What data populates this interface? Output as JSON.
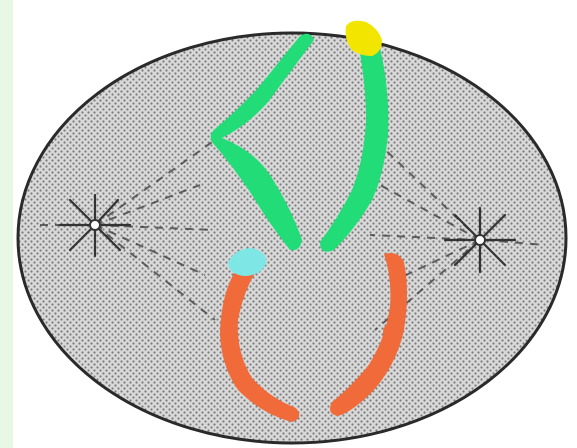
{
  "diagram": {
    "background_color": "#ffffff",
    "strip_color": "#e8f8e4",
    "cell_fill_color": "#d9d9d9",
    "cell_outline_color": "#2a2a2a",
    "stipple_color": "#7a7a7a",
    "spindle_color": "#3a3a3a",
    "chromosome_colors": {
      "green": "#22dd77",
      "yellow_tip": "#f2e600",
      "orange": "#f06a3a",
      "cyan_tip": "#7fe6e6"
    },
    "parts": {
      "cell": "cell",
      "spindle_left": "spindle-pole-left",
      "spindle_right": "spindle-pole-right",
      "green_pair": "green-chromosome-pair",
      "orange_pair": "orange-chromosome-pair"
    }
  }
}
